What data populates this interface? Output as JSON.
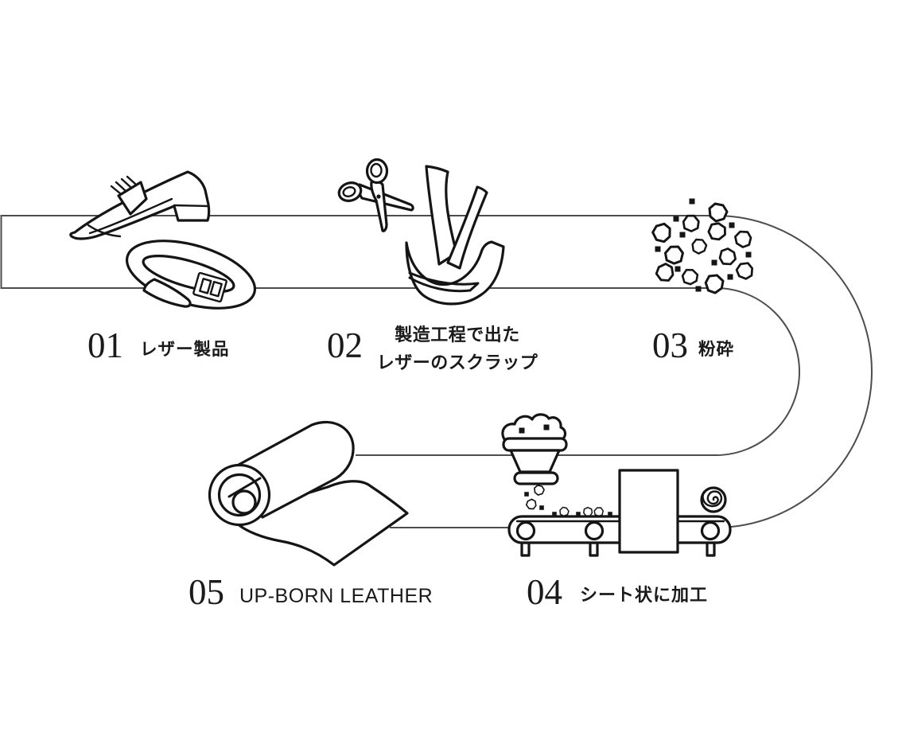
{
  "diagram": {
    "kind": "process-flow",
    "background_color": "#ffffff",
    "band_line_color": "#4d4d4d",
    "art_line_color": "#151515",
    "text_color": "#1a1a1a"
  },
  "steps": [
    {
      "number": "01",
      "label": "レザー製品",
      "icons": [
        "dress-shoe-icon",
        "belt-icon"
      ]
    },
    {
      "number": "02",
      "lines": [
        "製造工程で出た",
        "レザーのスクラップ"
      ],
      "icons": [
        "scissors-icon",
        "leather-scraps-icon"
      ]
    },
    {
      "number": "03",
      "label": "粉砕",
      "icons": [
        "crushed-particles-icon"
      ]
    },
    {
      "number": "04",
      "label": "シート状に加工",
      "icons": [
        "hopper-icon",
        "falling-particles-icon",
        "conveyor-belt-icon",
        "press-machine-icon",
        "rolled-sheet-spiral-icon"
      ]
    },
    {
      "number": "05",
      "label": "UP-BORN LEATHER",
      "icons": [
        "leather-roll-icon",
        "leather-sheet-icon"
      ]
    }
  ]
}
